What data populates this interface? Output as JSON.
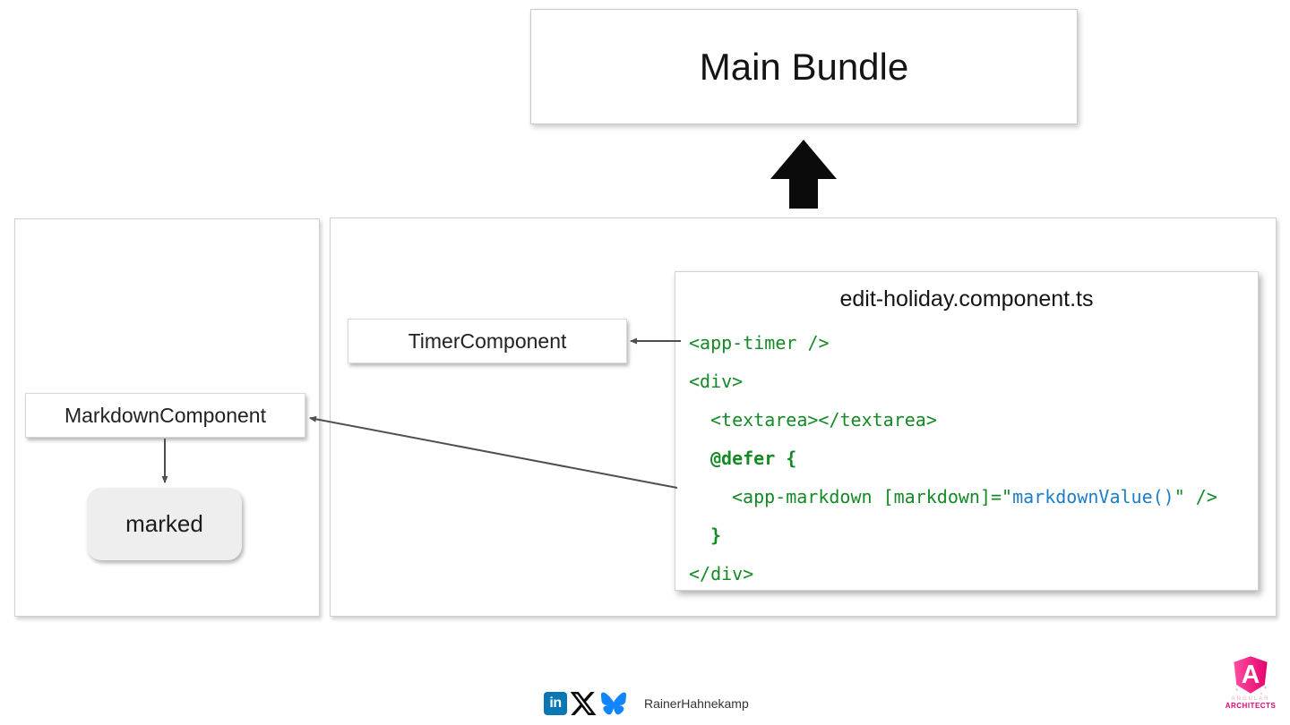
{
  "palette": {
    "code-green": "#148a26",
    "code-blue": "#1d7ec7",
    "arrow-gray": "#4f4f4f",
    "linkedin": "#0a77b5",
    "bluesky": "#1185fe",
    "logo-magenta": "#e5006d",
    "logo-pink": "#ff4fa0"
  },
  "nodes": {
    "main_bundle": "Main Bundle",
    "timer_component": "TimerComponent",
    "markdown_component": "MarkdownComponent",
    "marked": "marked"
  },
  "code_panel": {
    "title": "edit-holiday.component.ts",
    "lines": [
      {
        "indent": 0,
        "segments": [
          {
            "text": "<app-timer />",
            "color": "green"
          }
        ]
      },
      {
        "indent": 0,
        "segments": [
          {
            "text": "<div>",
            "color": "green"
          }
        ]
      },
      {
        "indent": 1,
        "segments": [
          {
            "text": "<textarea></textarea>",
            "color": "green"
          }
        ]
      },
      {
        "indent": 1,
        "segments": [
          {
            "text": "@defer {",
            "color": "green",
            "bold": true
          }
        ]
      },
      {
        "indent": 2,
        "segments": [
          {
            "text": "<app-markdown [markdown]=\"",
            "color": "green"
          },
          {
            "text": "markdownValue()",
            "color": "blue"
          },
          {
            "text": "\" />",
            "color": "green"
          }
        ]
      },
      {
        "indent": 1,
        "segments": [
          {
            "text": "}",
            "color": "green",
            "bold": true
          }
        ]
      },
      {
        "indent": 0,
        "segments": [
          {
            "text": "</div>",
            "color": "green"
          }
        ]
      }
    ]
  },
  "footer": {
    "icons": [
      {
        "name": "linkedin-icon",
        "glyph": "in"
      },
      {
        "name": "x-icon"
      },
      {
        "name": "bluesky-icon"
      }
    ],
    "handle": "RainerHahnekamp"
  },
  "logo": {
    "letter": "A",
    "top_text": "ANGULAR",
    "bottom_text": "ARCHITECTS"
  }
}
